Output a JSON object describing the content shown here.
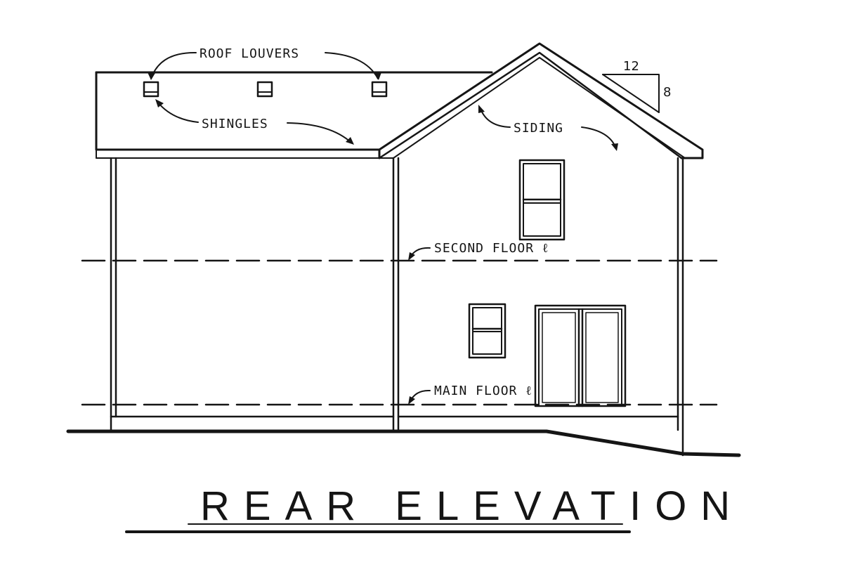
{
  "drawing": {
    "title": "REAR ELEVATION",
    "labels": {
      "roof_louvers": "ROOF LOUVERS",
      "shingles": "SHINGLES",
      "siding": "SIDING",
      "second_floor": "SECOND FLOOR ℓ",
      "main_floor": "MAIN FLOOR ℓ"
    },
    "roof_pitch": {
      "rise": "8",
      "run": "12"
    }
  }
}
